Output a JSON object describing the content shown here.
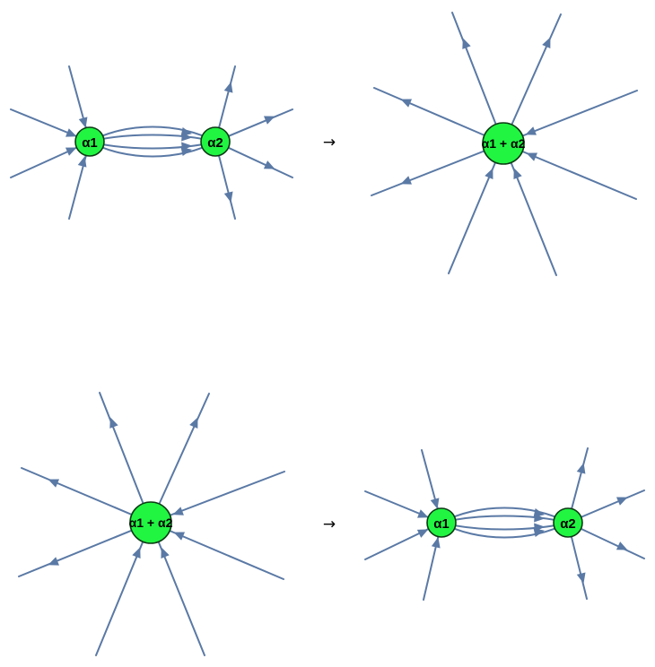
{
  "labels": {
    "a1": "α1",
    "a2": "α2",
    "merged": "α1 + α2",
    "arrow": "→"
  },
  "colors": {
    "edge": "#5a79a5",
    "node_fill": "#21f542",
    "node_stroke": "#0c3b14"
  }
}
